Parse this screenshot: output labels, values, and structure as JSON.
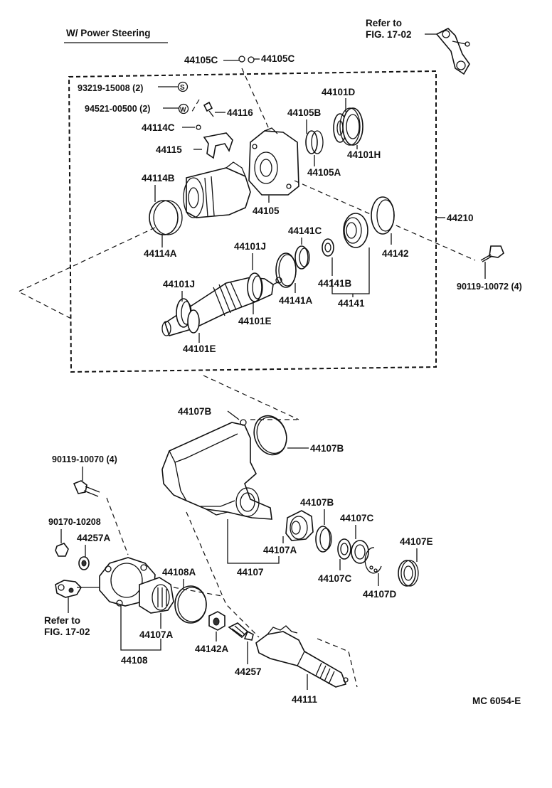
{
  "header": {
    "title": "W/ Power Steering",
    "refer_top_line1": "Refer to",
    "refer_top_line2": "FIG. 17-02",
    "refer_bottom_line1": "Refer to",
    "refer_bottom_line2": "FIG. 17-02"
  },
  "footer": {
    "drawing_code": "MC  6054-E"
  },
  "symbols": {
    "s": "S",
    "w": "W"
  },
  "parts": {
    "p44105C_a": "44105C",
    "p44105C_b": "44105C",
    "p93219": "93219-15008 (2)",
    "p94521": "94521-00500 (2)",
    "p44116": "44116",
    "p44114C": "44114C",
    "p44115": "44115",
    "p44101D": "44101D",
    "p44105B": "44105B",
    "p44101H": "44101H",
    "p44105A": "44105A",
    "p44114B": "44114B",
    "p44105": "44105",
    "p44210": "44210",
    "p44114A": "44114A",
    "p44141C": "44141C",
    "p44101J_a": "44101J",
    "p44142": "44142",
    "p90119_10072": "90119-10072 (4)",
    "p44101J_b": "44101J",
    "p44141B": "44141B",
    "p44141A": "44141A",
    "p44141": "44141",
    "p44101E_a": "44101E",
    "p44101E_b": "44101E",
    "p44107B_a": "44107B",
    "p44107B_b": "44107B",
    "p90119_10070": "90119-10070 (4)",
    "p44107B_c": "44107B",
    "p44107C_a": "44107C",
    "p44107E": "44107E",
    "p90170": "90170-10208",
    "p44257A": "44257A",
    "p44107A_a": "44107A",
    "p44108A": "44108A",
    "p44107": "44107",
    "p44107C_b": "44107C",
    "p44107D": "44107D",
    "p44107A_b": "44107A",
    "p44142A": "44142A",
    "p44108": "44108",
    "p44257": "44257",
    "p44111": "44111"
  }
}
